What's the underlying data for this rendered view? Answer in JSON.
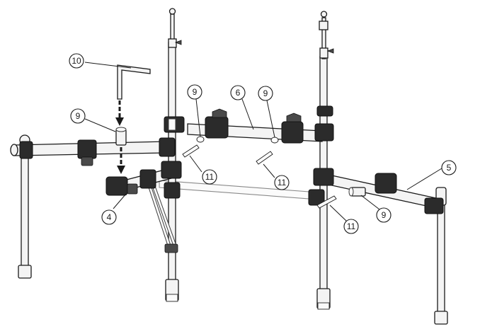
{
  "callouts": [
    {
      "id": "callout-10",
      "label": "10",
      "part": "hex-wrench"
    },
    {
      "id": "callout-9a",
      "label": "9",
      "part": "joint-pipe-left"
    },
    {
      "id": "callout-9b",
      "label": "9",
      "part": "joint-pipe-center-left"
    },
    {
      "id": "callout-6",
      "label": "6",
      "part": "pipe-upper"
    },
    {
      "id": "callout-9c",
      "label": "9",
      "part": "joint-pipe-center-right"
    },
    {
      "id": "callout-11a",
      "label": "11",
      "part": "bolt-left"
    },
    {
      "id": "callout-11b",
      "label": "11",
      "part": "bolt-center"
    },
    {
      "id": "callout-5",
      "label": "5",
      "part": "pipe-lower-right"
    },
    {
      "id": "callout-4",
      "label": "4",
      "part": "clamp-left"
    },
    {
      "id": "callout-9d",
      "label": "9",
      "part": "joint-pipe-right"
    },
    {
      "id": "callout-11c",
      "label": "11",
      "part": "bolt-right"
    }
  ]
}
